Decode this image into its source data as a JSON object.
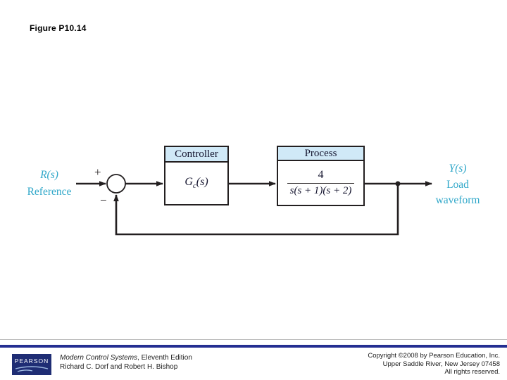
{
  "colors": {
    "teal": "#2fa7c9",
    "headerFill": "#d0e9f7",
    "line": "#231f20",
    "barNavy": "#242e91",
    "logoNavy": "#1f2d74",
    "swoosh": "#9db8e0"
  },
  "title": "Figure P10.14",
  "diagram": {
    "reference": {
      "symbol": "R(s)",
      "label": "Reference"
    },
    "summing_junction": {
      "plus": "+",
      "minus": "−"
    },
    "controller": {
      "header": "Controller",
      "tf_main": "G",
      "tf_sub": "c",
      "tf_arg": "(s)"
    },
    "process": {
      "header": "Process",
      "numerator": "4",
      "denominator": "s(s + 1)(s + 2)"
    },
    "output": {
      "symbol": "Y(s)",
      "label_line1": "Load",
      "label_line2": "waveform"
    }
  },
  "footer": {
    "logo": "PEARSON",
    "book_title": "Modern Control Systems",
    "edition": ", Eleventh Edition",
    "authors": "Richard C. Dorf and Robert H. Bishop",
    "copyright": [
      "Copyright ©2008 by Pearson Education, Inc.",
      "Upper Saddle River, New Jersey 07458",
      "All rights reserved."
    ]
  }
}
